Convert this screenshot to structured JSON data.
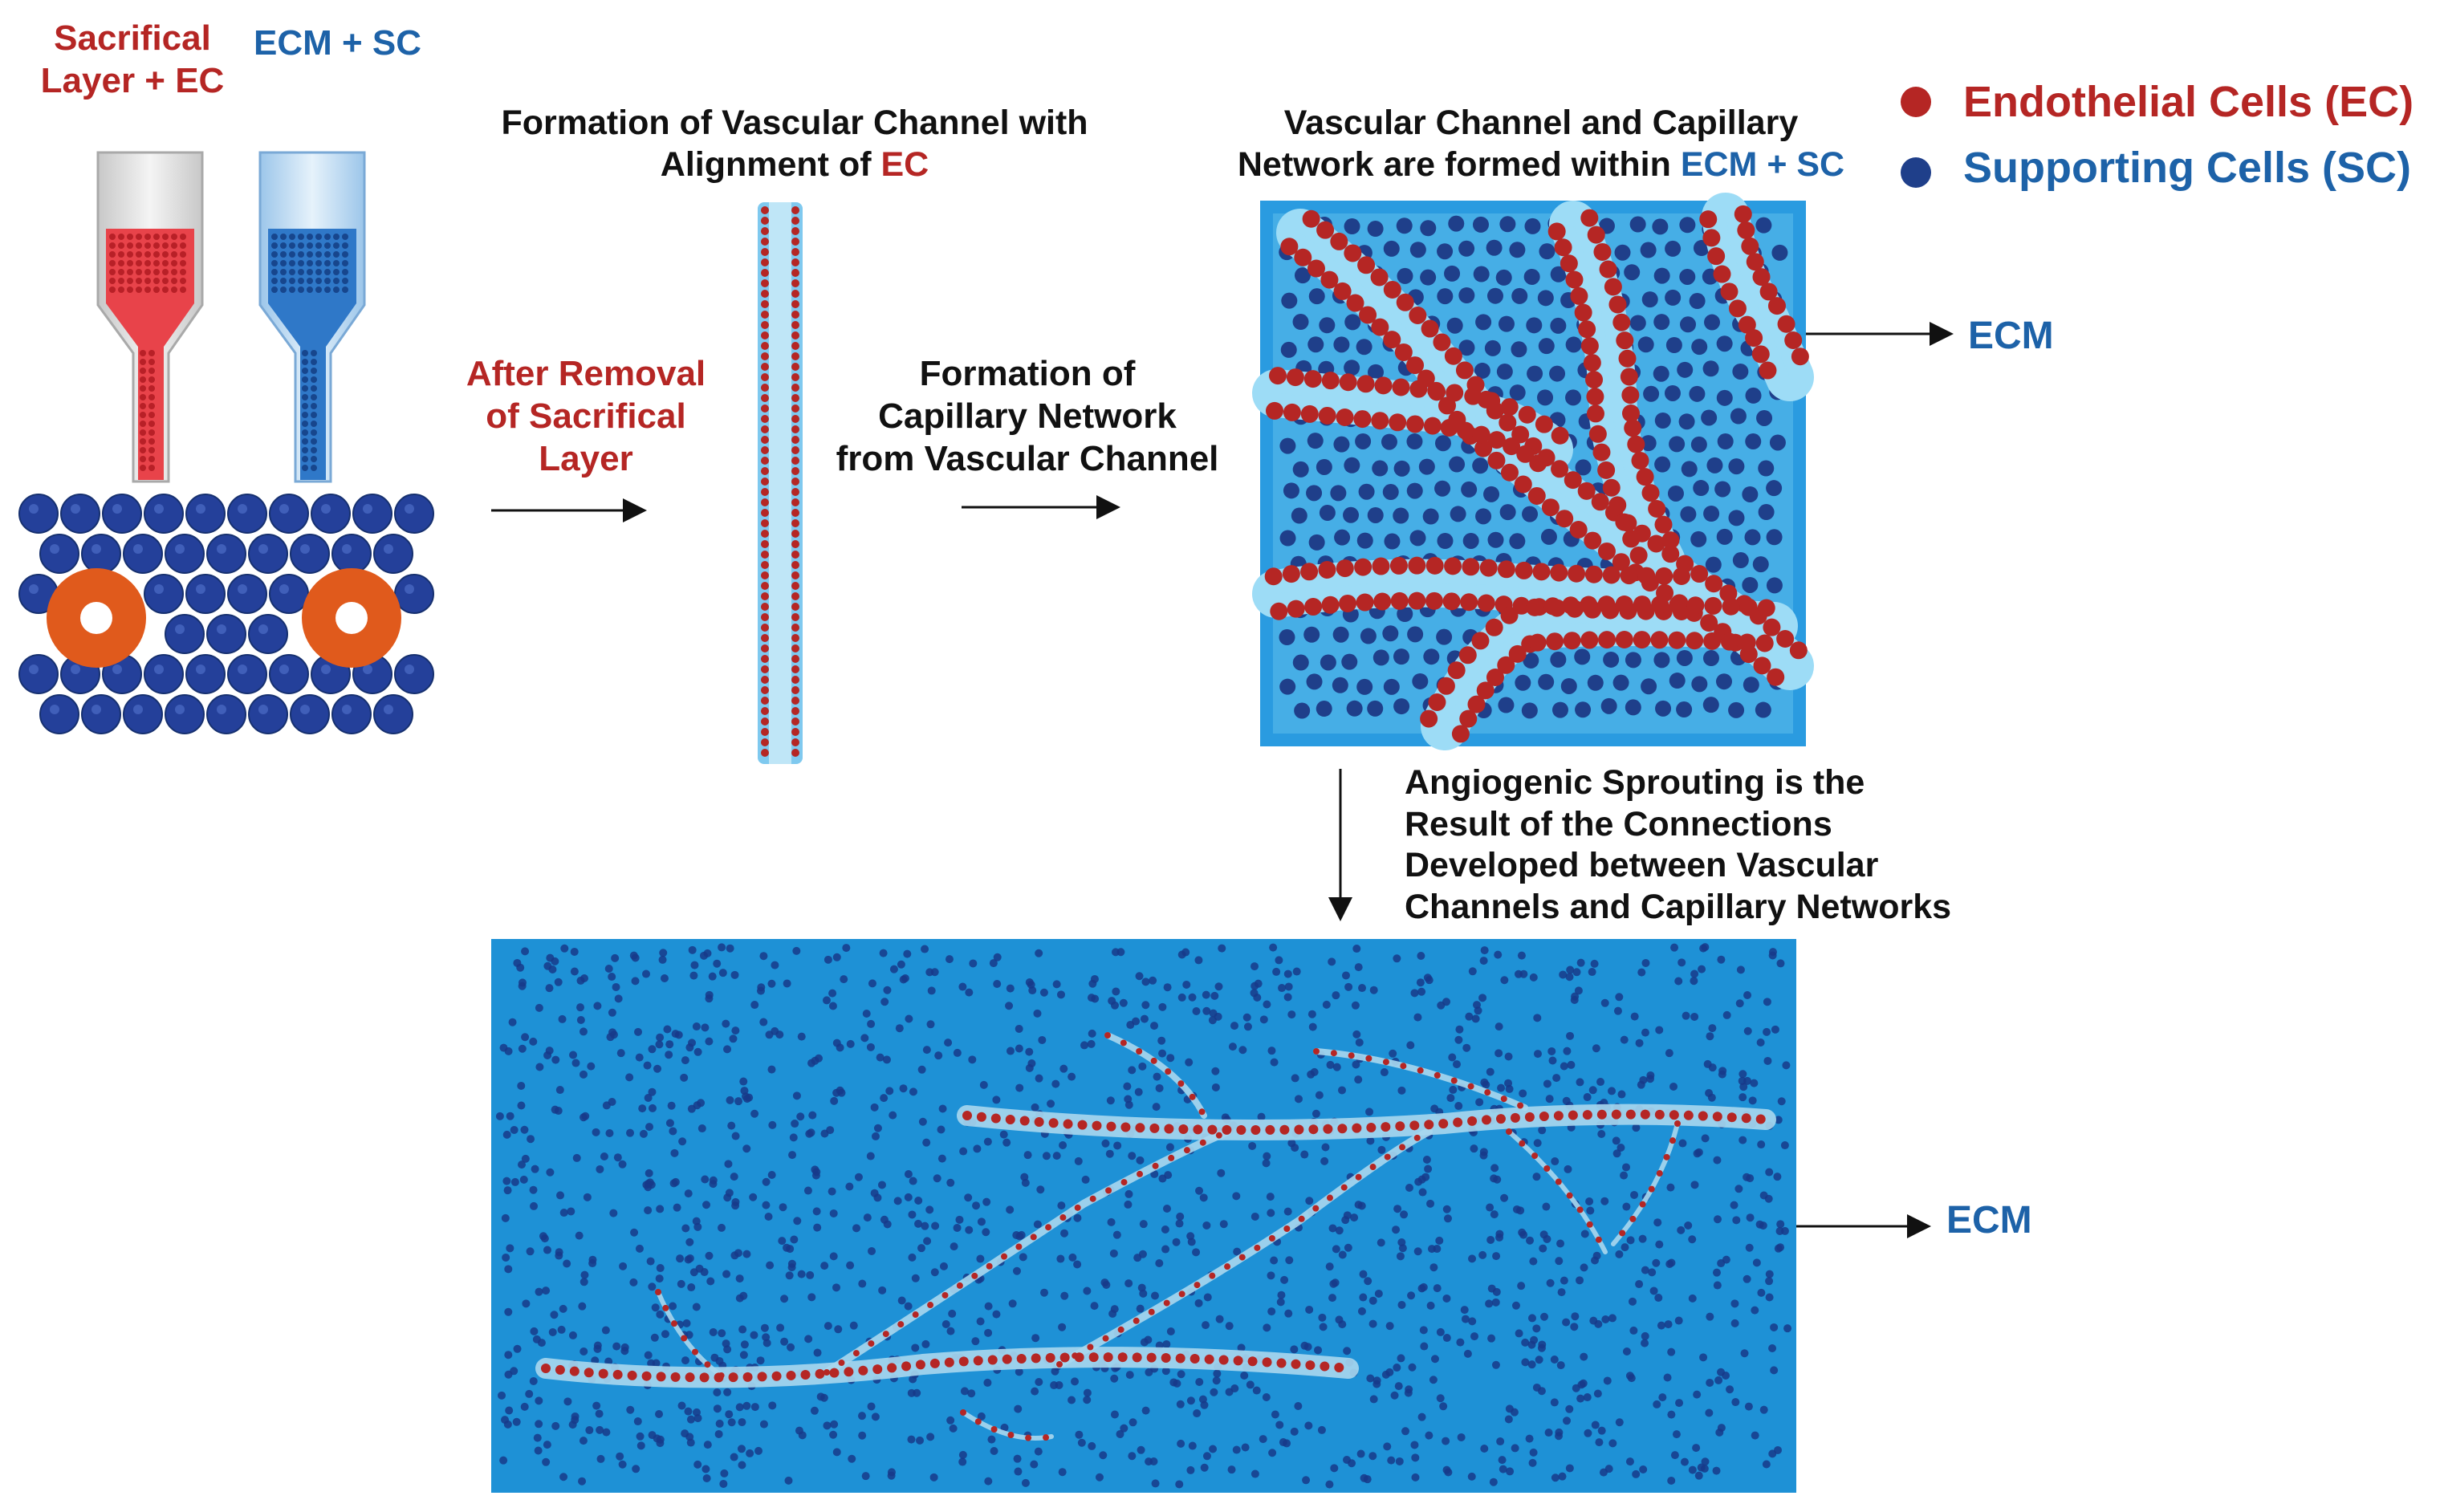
{
  "labels": {
    "sacrificial_line1": "Sacrifical",
    "sacrificial_line2": "Layer + EC",
    "ecm_sc_top": "ECM + SC",
    "formation_channel_line1": "Formation of Vascular Channel with",
    "formation_channel_line2_prefix": "Alignment of ",
    "formation_channel_line2_ec": "EC",
    "after_removal_line1": "After Removal",
    "after_removal_line2": "of Sacrifical",
    "after_removal_line3": "Layer",
    "capillary_formation_line1": "Formation of",
    "capillary_formation_line2": "Capillary Network",
    "capillary_formation_line3": "from Vascular Channel",
    "vascular_network_line1": "Vascular Channel and Capillary",
    "vascular_network_line2_prefix": "Network are formed within ",
    "vascular_network_line2_suffix": "ECM + SC",
    "ecm_right_upper": "ECM",
    "ecm_right_lower": "ECM",
    "angiogenic_line1": "Angiogenic Sprouting is the",
    "angiogenic_line2": "Result of the Connections",
    "angiogenic_line3": "Developed between Vascular",
    "angiogenic_line4": "Channels and Capillary Networks"
  },
  "legend": [
    {
      "label": "Endothelial Cells (EC)",
      "color": "#b52624"
    },
    {
      "label": "Supporting Cells (SC)",
      "color": "#1f3f8a"
    }
  ],
  "colors": {
    "ecm_blue": "#2a9be0",
    "ecm_light": "#7fd0f5",
    "channel": "#bfe6f7",
    "ec_red": "#b52624",
    "sc_navy": "#1f3f8a",
    "nozzle_red": "#e8434a",
    "nozzle_blue": "#2f78c8",
    "sacrificial_ring": "#e05a1c"
  },
  "icons": [
    "bioprinter-nozzle-red-icon",
    "bioprinter-nozzle-blue-icon",
    "arrow-right-icon",
    "arrow-down-icon"
  ]
}
